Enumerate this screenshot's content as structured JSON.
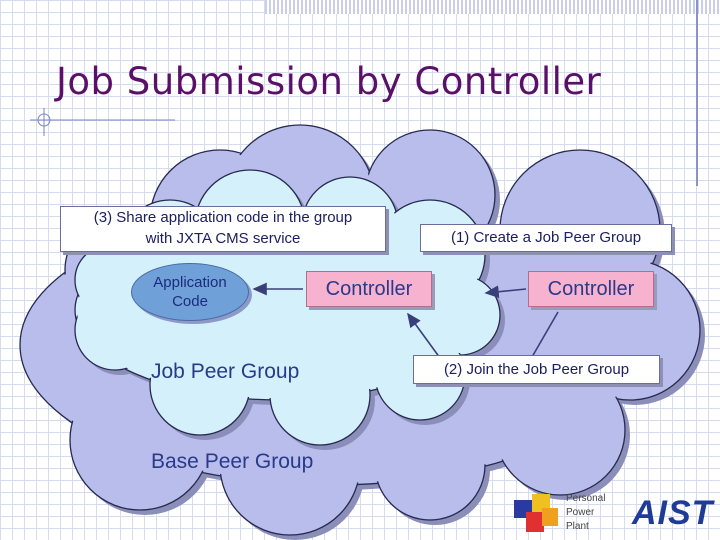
{
  "title": "Job Submission by Controller",
  "clouds": {
    "base_label": "Base Peer Group",
    "job_label": "Job Peer Group"
  },
  "nodes": {
    "application_code": [
      "Application",
      "Code"
    ],
    "controller_inner": "Controller",
    "controller_outer": "Controller"
  },
  "callouts": {
    "step3": [
      "(3)   Share application code in the group",
      "with JXTA CMS service"
    ],
    "step1": "(1)   Create a Job Peer Group",
    "step2": "(2)   Join the Job Peer Group"
  },
  "logos": {
    "ppp_lines": [
      "Personal",
      "Power",
      "Plant"
    ],
    "aist": "AIST"
  },
  "colors": {
    "title": "#5a1068",
    "base_cloud": "#b9bdec",
    "job_cloud": "#d4f1fb",
    "controller_fill": "#f6b2cf",
    "app_code_fill": "#6fa1d8",
    "arrow": "#3a3f7a"
  }
}
